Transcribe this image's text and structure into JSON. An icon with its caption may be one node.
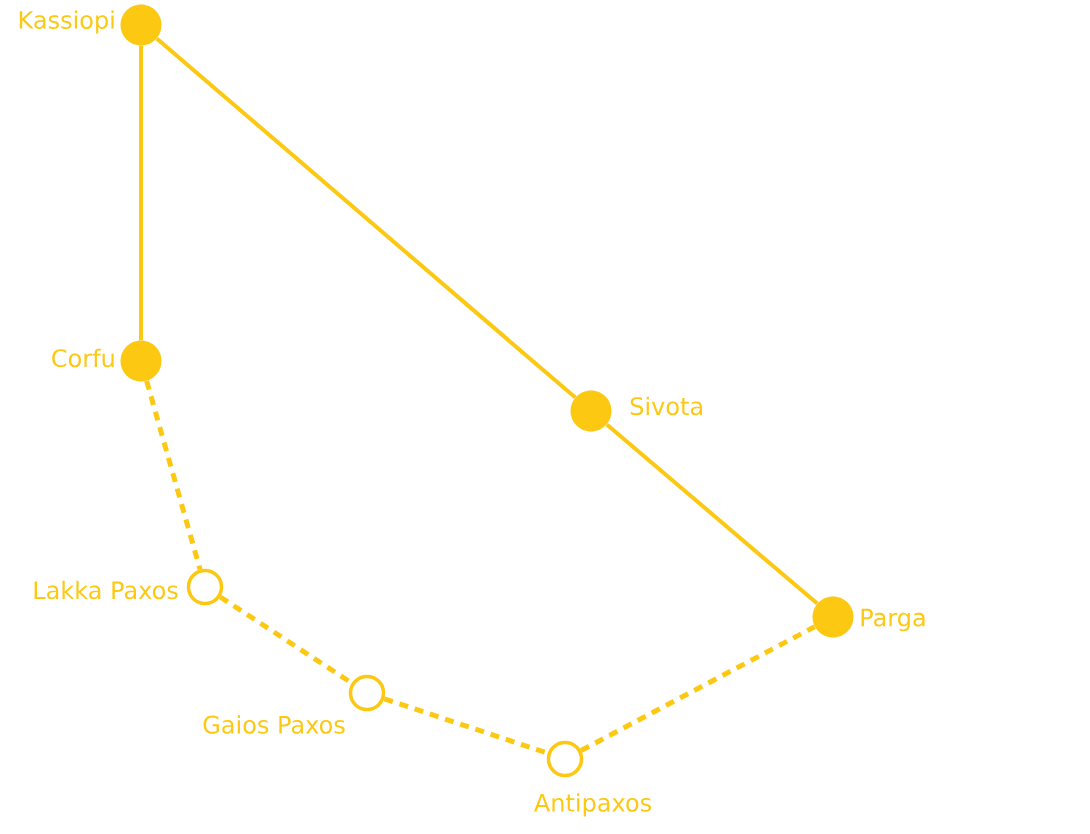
{
  "diagram": {
    "nodes": [
      {
        "text": [],
        "shape": "circle",
        "beside": [
          "Kassiopi"
        ]
      },
      {
        "text": [],
        "shape": "circle",
        "beside": [
          "Corfu"
        ]
      },
      {
        "text": [],
        "shape": "circle",
        "beside": [
          "Sivota"
        ]
      },
      {
        "text": [],
        "shape": "circle",
        "beside": [
          "Parga"
        ]
      },
      {
        "text": [],
        "shape": "ring",
        "beside": [
          "Lakka Paxos"
        ]
      },
      {
        "text": [],
        "shape": "ring",
        "beside": [
          "Gaios Paxos"
        ]
      },
      {
        "text": [],
        "shape": "ring",
        "beside": [
          "Antipaxos"
        ]
      }
    ],
    "edges": [
      {
        "from": 0,
        "to": 1,
        "arrow": "none"
      },
      {
        "from": 0,
        "to": 2,
        "arrow": "none"
      },
      {
        "from": 2,
        "to": 3,
        "arrow": "none"
      },
      {
        "from": 1,
        "to": 4,
        "arrow": "none",
        "style": "dashed"
      },
      {
        "from": 4,
        "to": 5,
        "arrow": "none",
        "style": "dashed"
      },
      {
        "from": 5,
        "to": 6,
        "arrow": "none",
        "style": "dashed"
      },
      {
        "from": 6,
        "to": 3,
        "arrow": "none",
        "style": "dashed"
      }
    ]
  }
}
